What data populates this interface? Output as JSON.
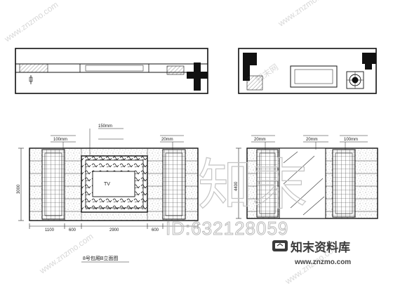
{
  "caption": "8号包厢B立面图",
  "dims": {
    "left_bottom": [
      "1100",
      "600",
      "2900",
      "600"
    ],
    "left_height": "3000",
    "right_height": "4400"
  },
  "tv_label": "TV",
  "annotations": {
    "left": [
      "150mm",
      "100mm",
      "20mm"
    ],
    "right": [
      "20mm",
      "20mm",
      "100mm"
    ]
  },
  "watermark": {
    "id": "ID:632128059",
    "brand_large": "知末",
    "logo_text": "知末资料库",
    "url": "www.znzmo.com",
    "diagonal": [
      "www.znzmo.com",
      "知末网",
      "www.znzmo.com",
      "www.znzmo.com",
      "www.znzmo.com"
    ]
  }
}
